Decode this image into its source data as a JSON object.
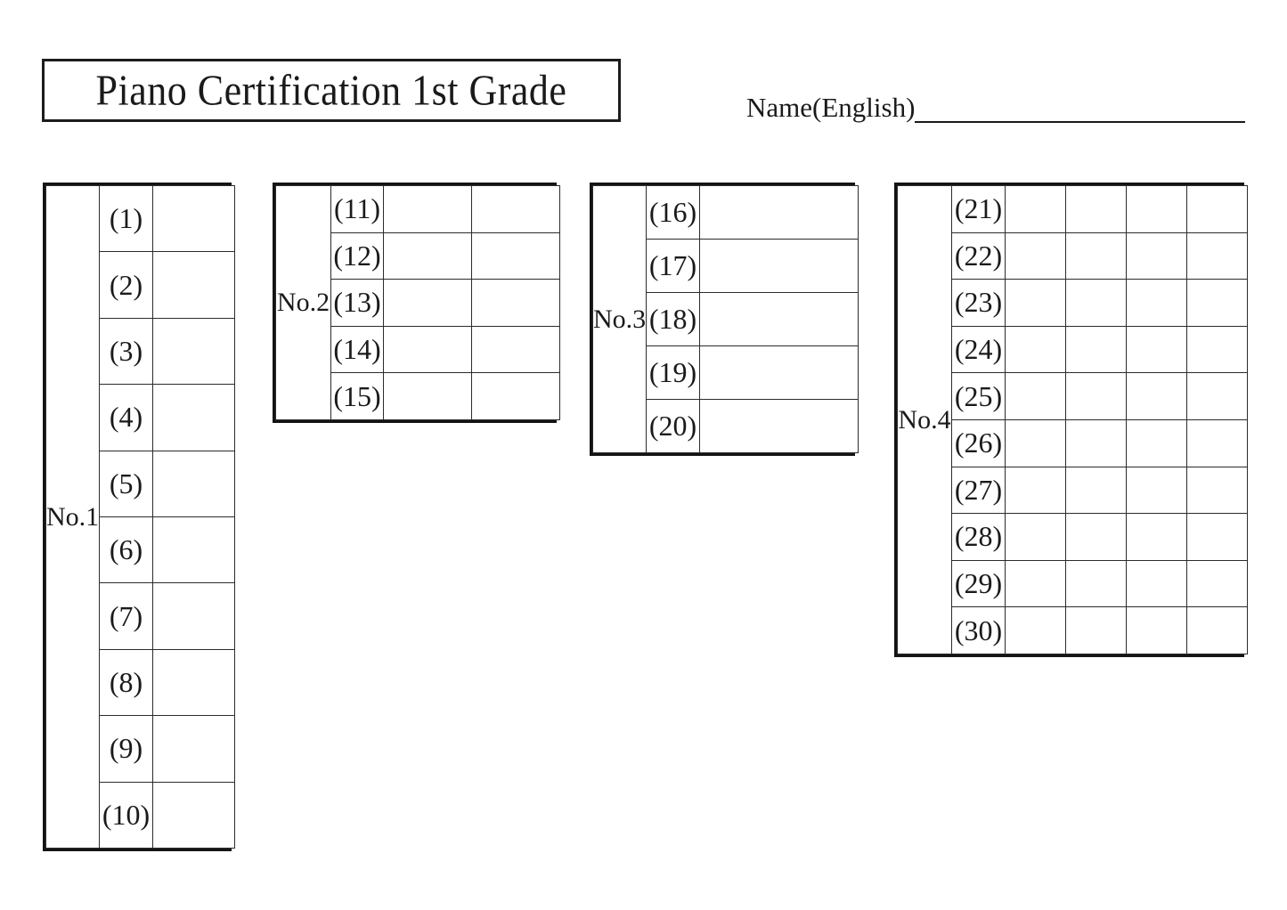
{
  "title": "Piano Certification 1st Grade",
  "name_field": {
    "label": "Name(English)",
    "value": ""
  },
  "tables": [
    {
      "label": "No.1",
      "answer_columns": 1,
      "row_labels": [
        "(1)",
        "(2)",
        "(3)",
        "(4)",
        "(5)",
        "(6)",
        "(7)",
        "(8)",
        "(9)",
        "(10)"
      ]
    },
    {
      "label": "No.2",
      "answer_columns": 2,
      "row_labels": [
        "(11)",
        "(12)",
        "(13)",
        "(14)",
        "(15)"
      ]
    },
    {
      "label": "No.3",
      "answer_columns": 1,
      "row_labels": [
        "(16)",
        "(17)",
        "(18)",
        "(19)",
        "(20)"
      ]
    },
    {
      "label": "No.4",
      "answer_columns": 4,
      "row_labels": [
        "(21)",
        "(22)",
        "(23)",
        "(24)",
        "(25)",
        "(26)",
        "(27)",
        "(28)",
        "(29)",
        "(30)"
      ]
    }
  ],
  "colors": {
    "ink": "#1a1a1a",
    "paper": "#ffffff"
  }
}
